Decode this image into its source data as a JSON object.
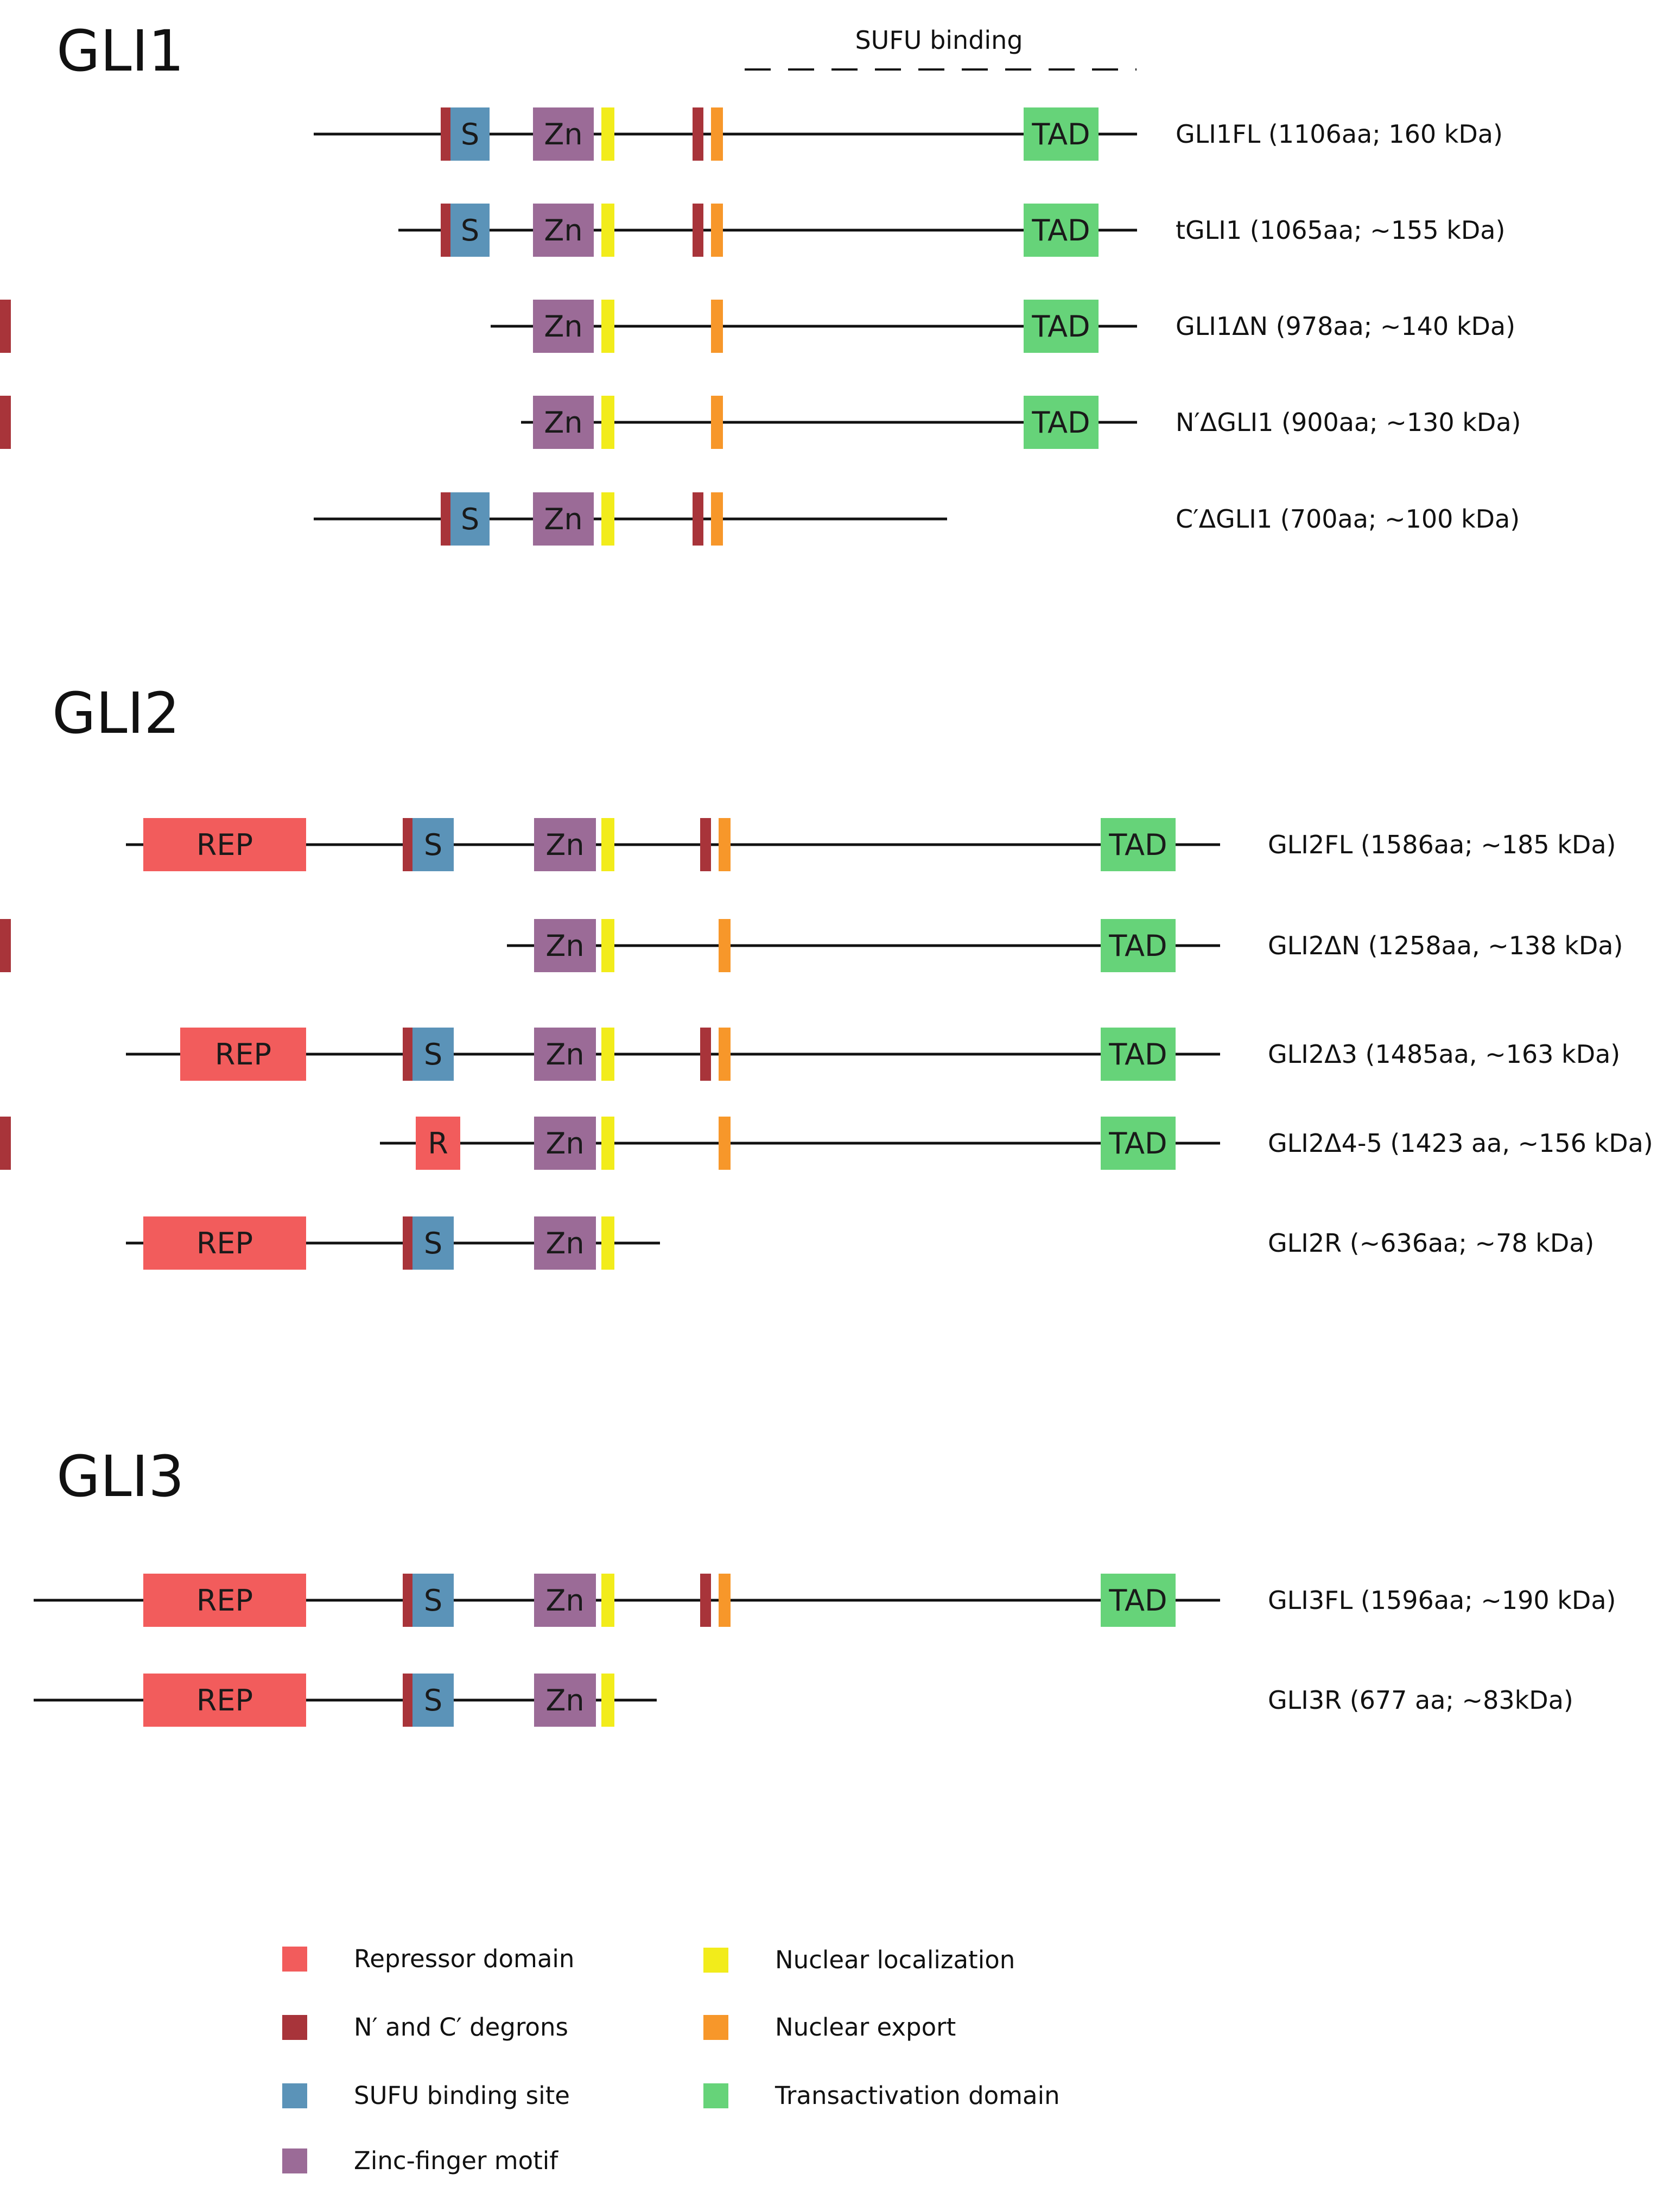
{
  "colors": {
    "repressor": "#F25C5C",
    "degron": "#A8343A",
    "sufu": "#5B93B8",
    "zinc": "#9B6B97",
    "nls": "#F2EC1B",
    "nes": "#F7972A",
    "tad": "#66D379",
    "line": "#111111"
  },
  "sections": [
    {
      "title": "GLI1",
      "sufu_label": "SUFU binding",
      "rows": [
        {
          "label": "GLI1FL (1106aa; 160 kDa)",
          "domains": [
            "degron",
            "S",
            "Zn",
            "nls",
            "degron",
            "nes",
            "TAD"
          ]
        },
        {
          "label": "tGLI1 (1065aa; ~155 kDa)",
          "domains": [
            "degron",
            "S",
            "Zn",
            "nls",
            "degron",
            "nes",
            "TAD"
          ]
        },
        {
          "label": "GLI1ΔN (978aa; ~140 kDa)",
          "domains": [
            "Zn",
            "nls",
            "degron",
            "nes",
            "TAD"
          ]
        },
        {
          "label": "N′ΔGLI1 (900aa; ~130 kDa)",
          "domains": [
            "Zn",
            "nls",
            "degron",
            "nes",
            "TAD"
          ]
        },
        {
          "label": "C′ΔGLI1 (700aa; ~100 kDa)",
          "domains": [
            "degron",
            "S",
            "Zn",
            "nls",
            "degron",
            "nes"
          ]
        }
      ]
    },
    {
      "title": "GLI2",
      "rows": [
        {
          "label": "GLI2FL (1586aa; ~185 kDa)",
          "domains": [
            "REP",
            "degron",
            "S",
            "Zn",
            "nls",
            "degron",
            "nes",
            "TAD"
          ]
        },
        {
          "label": "GLI2ΔN (1258aa, ~138 kDa)",
          "domains": [
            "Zn",
            "nls",
            "degron",
            "nes",
            "TAD"
          ]
        },
        {
          "label": "GLI2Δ3 (1485aa, ~163 kDa)",
          "domains": [
            "REP",
            "degron",
            "S",
            "Zn",
            "nls",
            "degron",
            "nes",
            "TAD"
          ]
        },
        {
          "label": "GLI2Δ4-5 (1423 aa, ~156 kDa)",
          "domains": [
            "R",
            "Zn",
            "nls",
            "degron",
            "nes",
            "TAD"
          ]
        },
        {
          "label": "GLI2R (~636aa; ~78 kDa)",
          "domains": [
            "REP",
            "degron",
            "S",
            "Zn",
            "nls"
          ]
        }
      ]
    },
    {
      "title": "GLI3",
      "rows": [
        {
          "label": "GLI3FL (1596aa; ~190 kDa)",
          "domains": [
            "REP",
            "degron",
            "S",
            "Zn",
            "nls",
            "degron",
            "nes",
            "TAD"
          ]
        },
        {
          "label": "GLI3R (677 aa; ~83kDa)",
          "domains": [
            "REP",
            "degron",
            "S",
            "Zn",
            "nls"
          ]
        }
      ]
    }
  ],
  "box_text": {
    "REP": "REP",
    "R": "R",
    "S": "S",
    "Zn": "Zn",
    "TAD": "TAD"
  },
  "legend": [
    {
      "label": "Repressor domain",
      "color_key": "repressor"
    },
    {
      "label": "N′ and C′ degrons",
      "color_key": "degron"
    },
    {
      "label": "SUFU binding site",
      "color_key": "sufu"
    },
    {
      "label": "Zinc-finger motif",
      "color_key": "zinc"
    },
    {
      "label": "Nuclear localization",
      "color_key": "nls"
    },
    {
      "label": "Nuclear export",
      "color_key": "nes"
    },
    {
      "label": "Transactivation domain",
      "color_key": "tad"
    }
  ]
}
